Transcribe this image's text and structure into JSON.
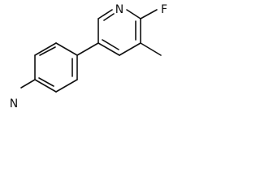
{
  "molecule": {
    "atoms": {
      "n_top_ring": "N",
      "fluorine": "F",
      "n_left_ring": "N"
    }
  }
}
